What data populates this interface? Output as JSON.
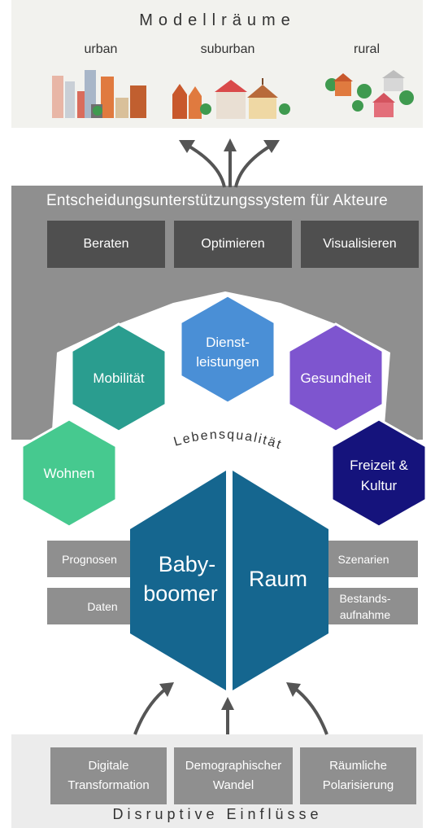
{
  "top": {
    "title": "Modellräume",
    "areas": [
      "urban",
      "suburban",
      "rural"
    ]
  },
  "ess": {
    "title": "Entscheidungsunterstützungssystem für Akteure",
    "buttons": [
      "Beraten",
      "Optimieren",
      "Visualisieren"
    ]
  },
  "hexes": {
    "mobilitaet": "Mobilität",
    "dienst_line1": "Dienst-",
    "dienst_line2": "leistungen",
    "gesundheit": "Gesundheit",
    "wohnen": "Wohnen",
    "freizeit_line1": "Freizeit &",
    "freizeit_line2": "Kultur"
  },
  "lebensqualitaet": "Lebensqualität",
  "core": {
    "left_line1": "Baby-",
    "left_line2": "boomer",
    "right": "Raum"
  },
  "side": {
    "prognosen": "Prognosen",
    "daten": "Daten",
    "szenarien": "Szenarien",
    "bestand_line1": "Bestands-",
    "bestand_line2": "aufnahme"
  },
  "disruptive": {
    "title": "Disruptive Einflüsse",
    "boxes": [
      {
        "line1": "Digitale",
        "line2": "Transformation"
      },
      {
        "line1": "Demographischer",
        "line2": "Wandel"
      },
      {
        "line1": "Räumliche",
        "line2": "Polarisierung"
      }
    ]
  },
  "colors": {
    "mobilitaet": "#2a9d8f",
    "dienst": "#4a8fd6",
    "gesundheit": "#7e55cf",
    "wohnen": "#46c98f",
    "freizeit": "#15137c",
    "core": "#15668f"
  }
}
